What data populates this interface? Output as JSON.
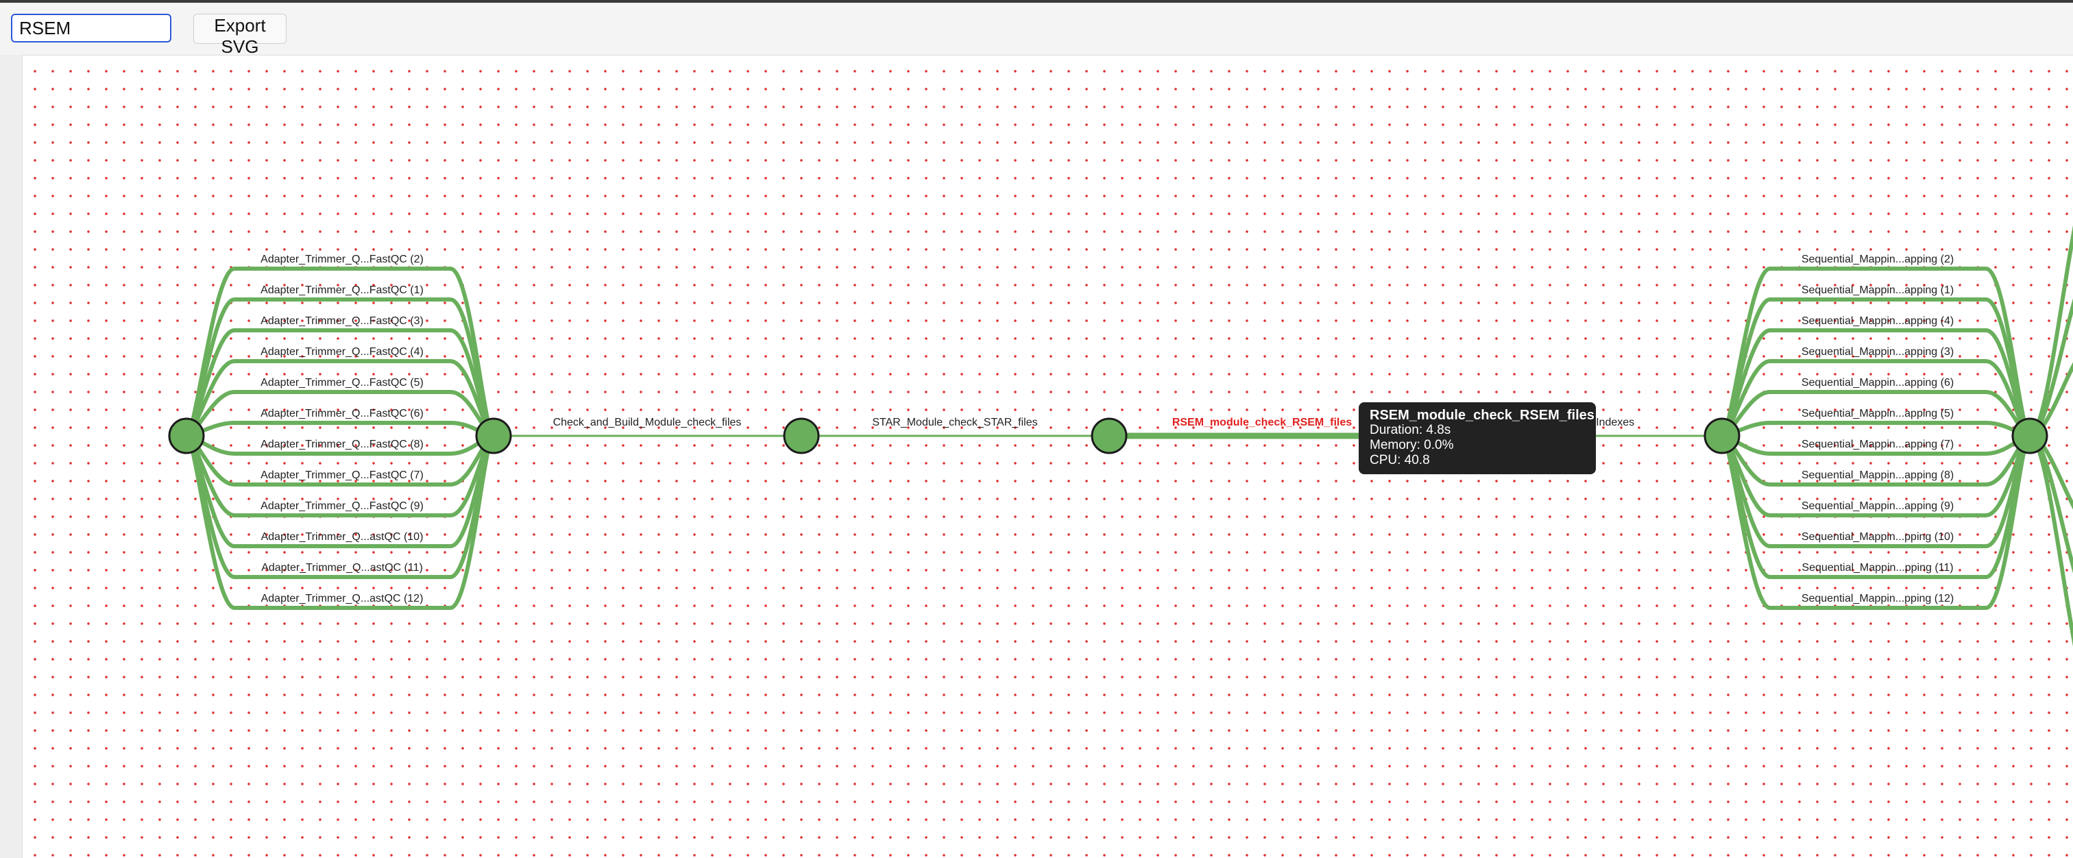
{
  "toolbar": {
    "search_value": "RSEM",
    "export_label": "Export SVG"
  },
  "colors": {
    "edge": "#6aaf5c",
    "node_fill": "#6aaf5c",
    "node_stroke": "#1b1b1b",
    "highlight_text": "#e02020",
    "grid_dot": "#e03030",
    "tooltip_bg": "#222222"
  },
  "graph": {
    "trimmer_edges": [
      "Adapter_Trimmer_Q...FastQC (2)",
      "Adapter_Trimmer_Q...FastQC (1)",
      "Adapter_Trimmer_Q...FastQC (3)",
      "Adapter_Trimmer_Q...FastQC (4)",
      "Adapter_Trimmer_Q...FastQC (5)",
      "Adapter_Trimmer_Q...FastQC (6)",
      "Adapter_Trimmer_Q...FastQC (8)",
      "Adapter_Trimmer_Q...FastQC (7)",
      "Adapter_Trimmer_Q...FastQC (9)",
      "Adapter_Trimmer_Q...astQC (10)",
      "Adapter_Trimmer_Q...astQC (11)",
      "Adapter_Trimmer_Q...astQC (12)"
    ],
    "mapping_edges": [
      "Sequential_Mappin...apping (2)",
      "Sequential_Mappin...apping (1)",
      "Sequential_Mappin...apping (4)",
      "Sequential_Mappin...apping (3)",
      "Sequential_Mappin...apping (6)",
      "Sequential_Mappin...apping (5)",
      "Sequential_Mappin...apping (7)",
      "Sequential_Mappin...apping (8)",
      "Sequential_Mappin...apping (9)",
      "Sequential_Mappin...pping (10)",
      "Sequential_Mappin...pping (11)",
      "Sequential_Mappin...pping (12)"
    ],
    "chain_edges": [
      {
        "label": "Check_and_Build_Module_check_files",
        "highlighted": false
      },
      {
        "label": "STAR_Module_check_STAR_files",
        "highlighted": false
      },
      {
        "label": "RSEM_module_check_RSEM_files",
        "highlighted": true
      },
      {
        "label": "..._Indexes",
        "highlighted": false
      }
    ]
  },
  "tooltip": {
    "title": "RSEM_module_check_RSEM_files",
    "duration": "Duration: 4.8s",
    "memory": "Memory: 0.0%",
    "cpu": "CPU: 40.8"
  }
}
